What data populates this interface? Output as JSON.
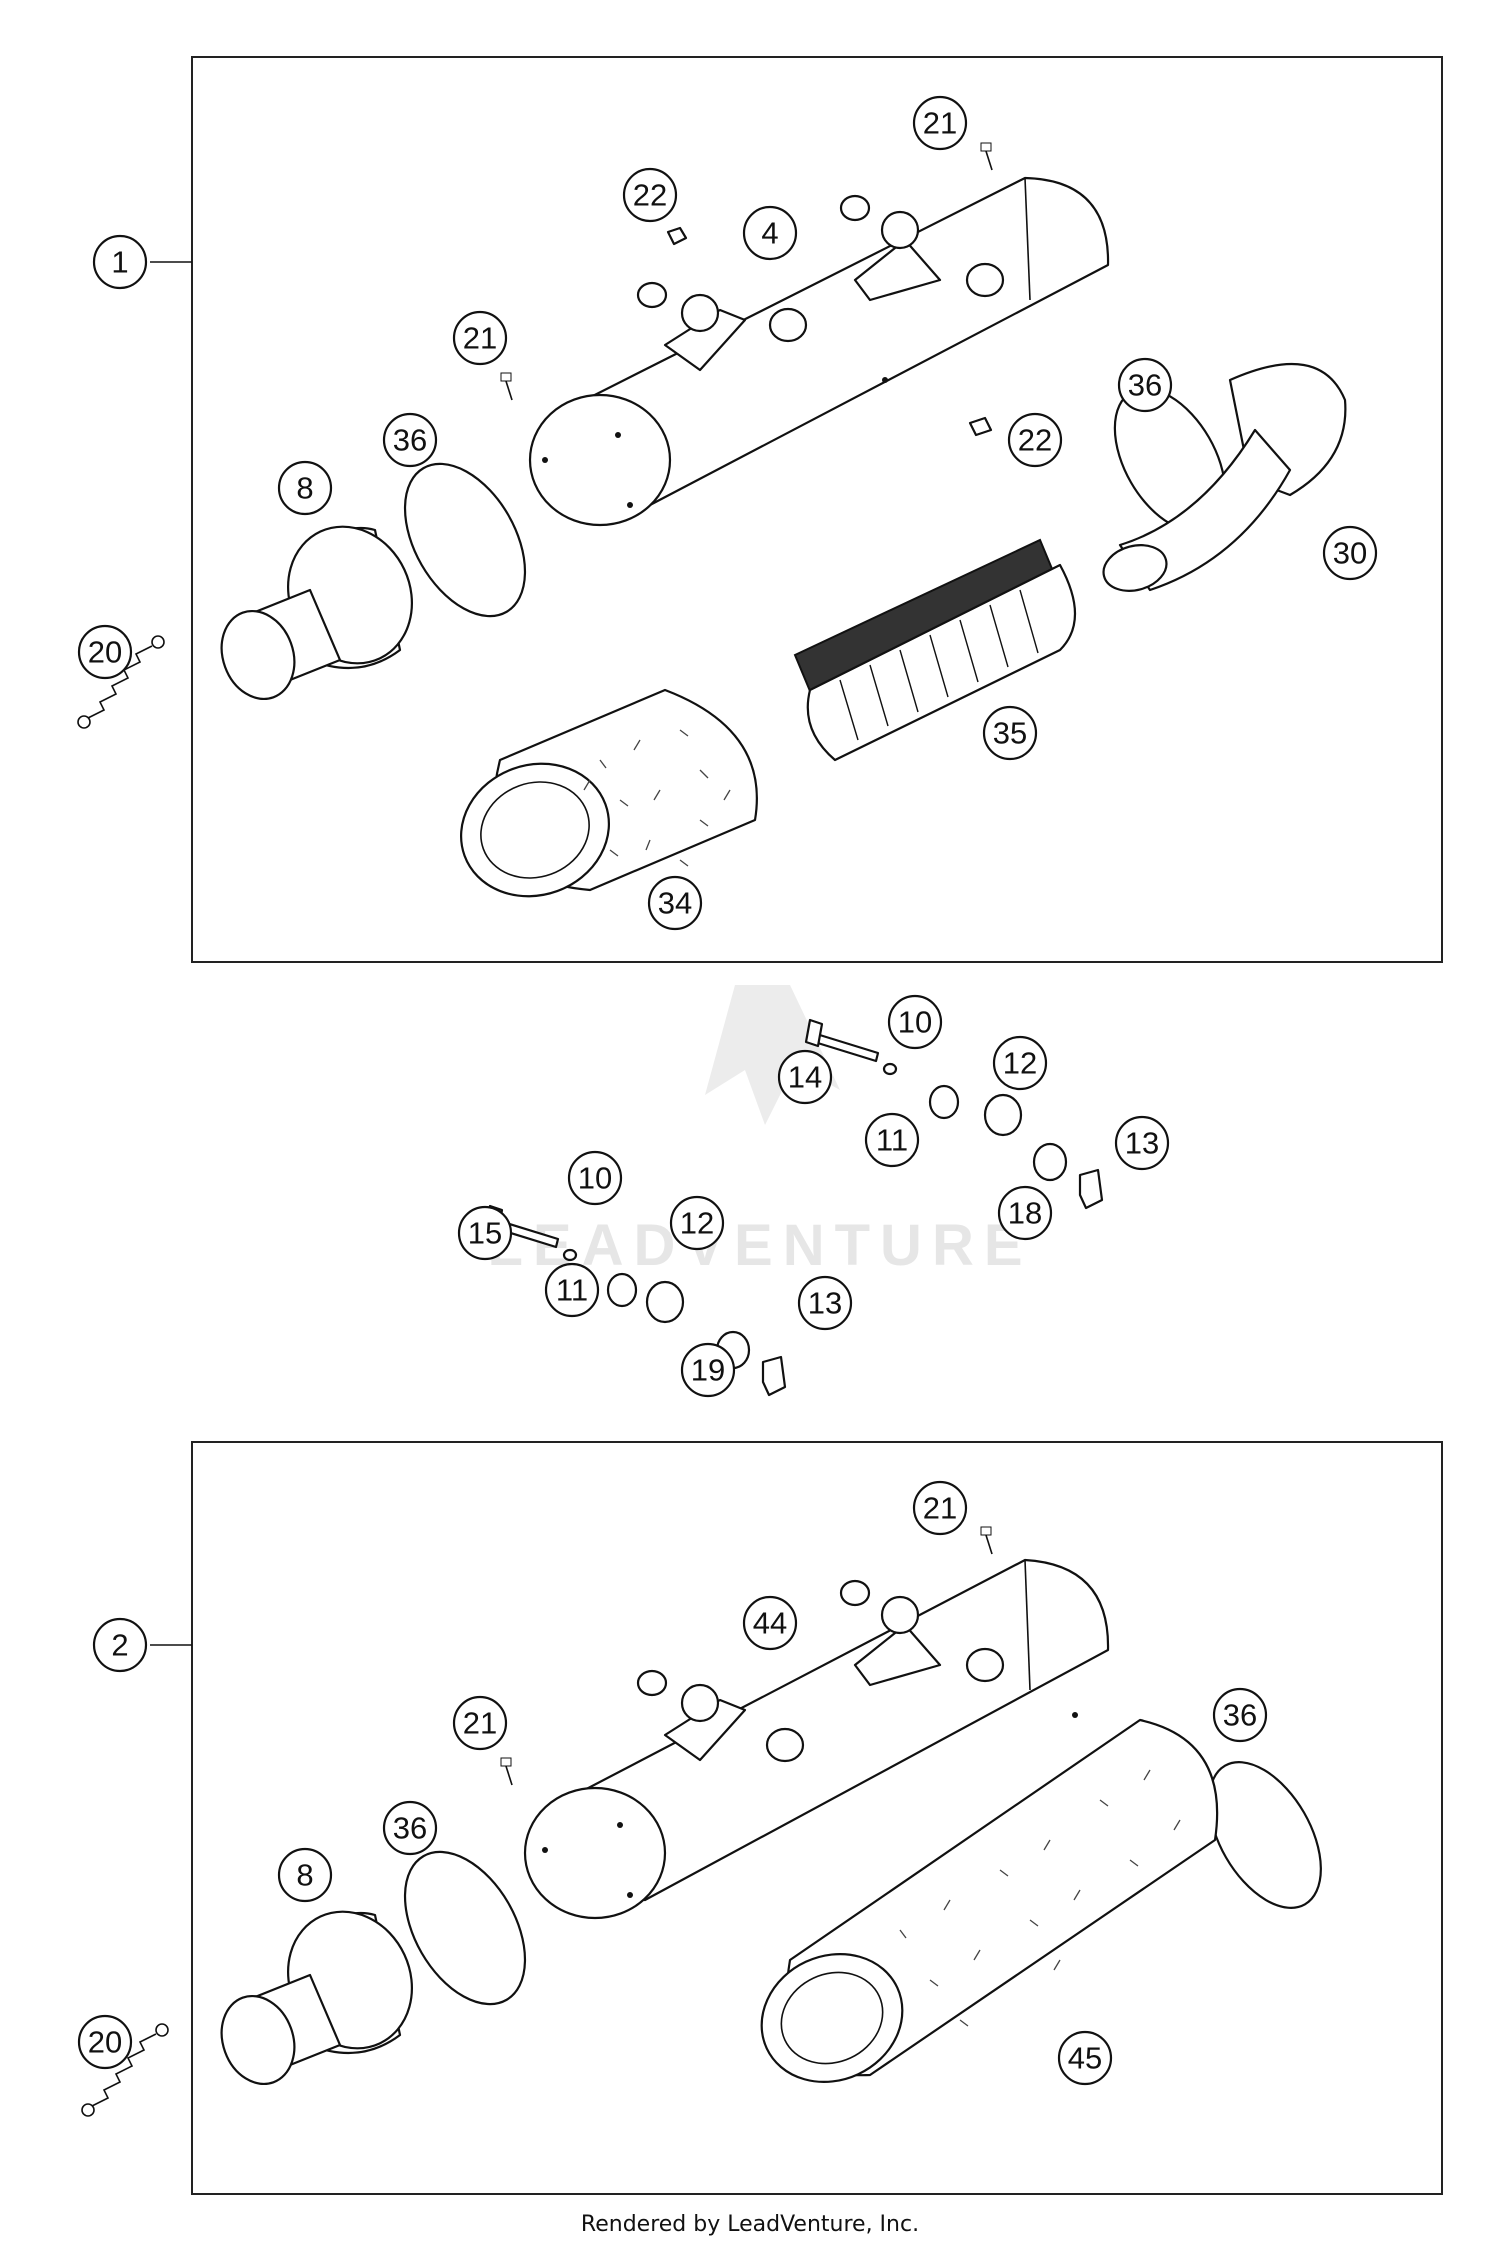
{
  "footer": "Rendered by LeadVenture, Inc.",
  "watermark": "LEADVENTURE",
  "callouts": {
    "assembly_1": "1",
    "assembly_2": "2",
    "top": {
      "screw_21_a": "21",
      "nut_22_a": "22",
      "silencer_4": "4",
      "screw_21_b": "21",
      "gasket_36_a": "36",
      "gasket_36_b": "36",
      "nut_22_b": "22",
      "end_cap_8": "8",
      "outlet_30": "30",
      "spring_20": "20",
      "insert_35": "35",
      "wool_34": "34"
    },
    "mount": {
      "washer_10_a": "10",
      "bolt_14": "14",
      "damper_12_a": "12",
      "bush_11_a": "11",
      "clip_13_a": "13",
      "sleeve_18": "18",
      "washer_10_b": "10",
      "bolt_15": "15",
      "damper_12_b": "12",
      "bush_11_b": "11",
      "clip_13_b": "13",
      "sleeve_19": "19"
    },
    "bottom": {
      "screw_21_a": "21",
      "silencer_44": "44",
      "screw_21_b": "21",
      "gasket_36_a": "36",
      "gasket_36_b": "36",
      "end_cap_8": "8",
      "spring_20": "20",
      "wool_45": "45"
    }
  }
}
